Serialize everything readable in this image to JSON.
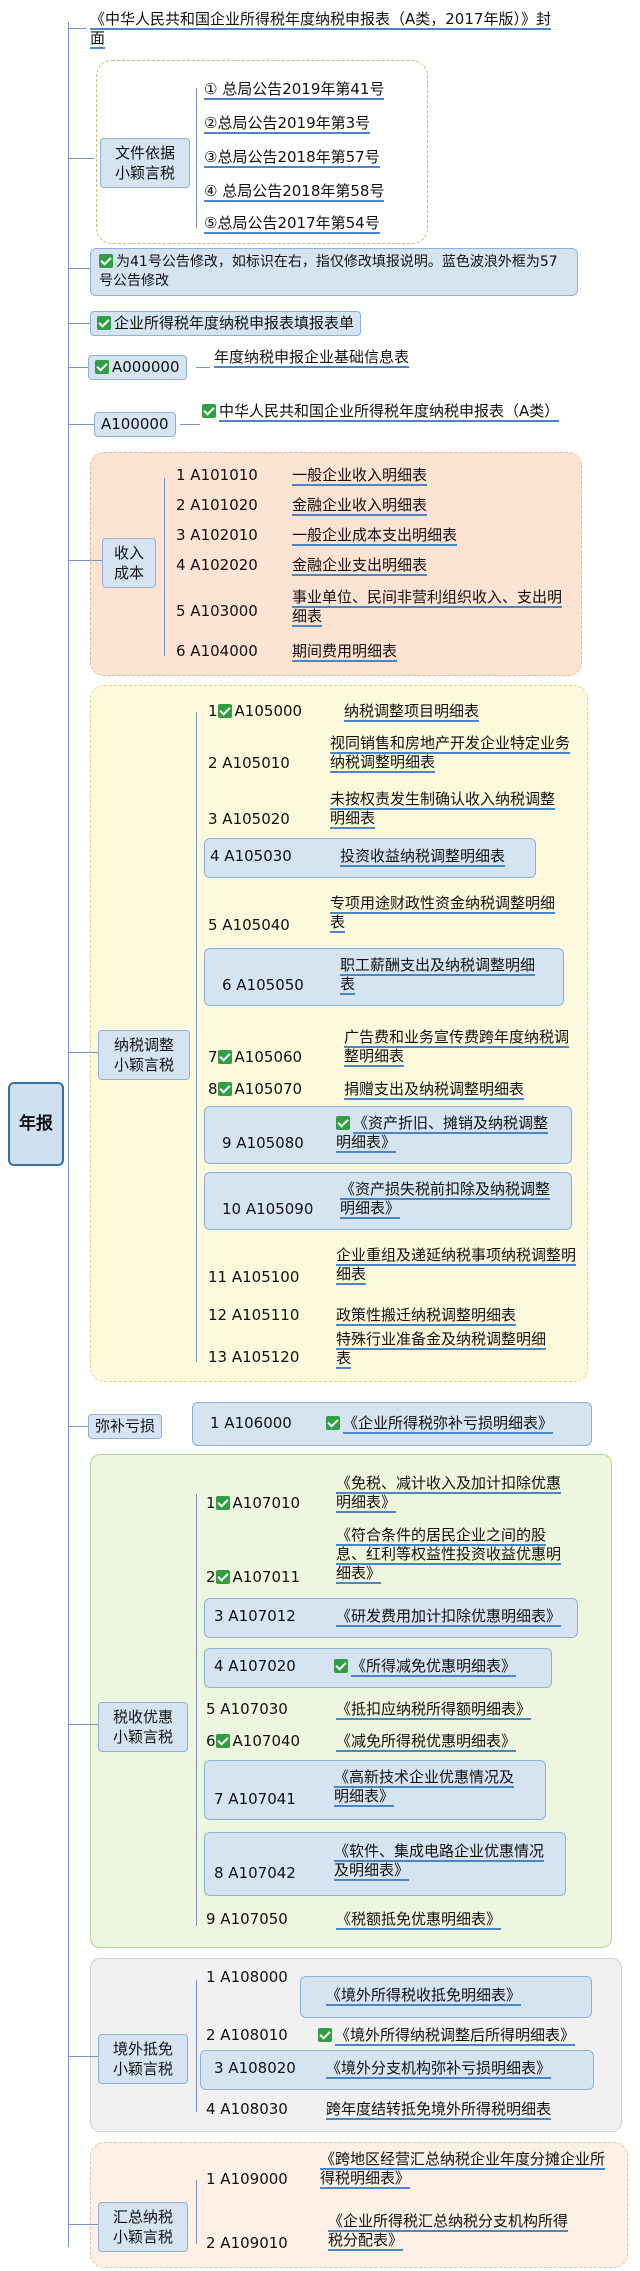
{
  "root": "年报",
  "cover": "《中华人民共和国企业所得税年度纳税申报表（A类，2017年版）》封面",
  "basis": {
    "label": "文件依据\n小颖言税",
    "items": [
      "① 总局公告2019年第41号",
      "②总局公告2019年第3号",
      "③总局公告2018年第57号",
      "④ 总局公告2018年第58号",
      "⑤总局公告2017年第54号"
    ]
  },
  "note": "为41号公告修改，如标识在右，指仅修改填报说明。蓝色波浪外框为57号公告修改",
  "fill_list": "企业所得税年度纳税申报表填报表单",
  "a000000": {
    "code": "A000000",
    "name": "年度纳税申报企业基础信息表"
  },
  "a100000": {
    "code": "A100000",
    "name": "中华人民共和国企业所得税年度纳税申报表（A类）"
  },
  "income": {
    "label": "收入\n成本",
    "items": [
      {
        "code": "1 A101010",
        "name": "一般企业收入明细表"
      },
      {
        "code": "2 A101020",
        "name": "金融企业收入明细表"
      },
      {
        "code": "3 A102010",
        "name": "一般企业成本支出明细表"
      },
      {
        "code": "4 A102020",
        "name": "金融企业支出明细表"
      },
      {
        "code": "5 A103000",
        "name": "事业单位、民间非营利组织收入、支出明细表"
      },
      {
        "code": "6 A104000",
        "name": "期间费用明细表"
      }
    ]
  },
  "adjust": {
    "label": "纳税调整\n小颖言税",
    "items": [
      {
        "code": "A105000",
        "num": "1",
        "name": "纳税调整项目明细表"
      },
      {
        "code": "2 A105010",
        "name": "视同销售和房地产开发企业特定业务纳税调整明细表"
      },
      {
        "code": "3 A105020",
        "name": "未按权责发生制确认收入纳税调整明细表"
      },
      {
        "code": "4 A105030",
        "name": "投资收益纳税调整明细表"
      },
      {
        "code": "5 A105040",
        "name": "专项用途财政性资金纳税调整明细表"
      },
      {
        "code": "6 A105050",
        "name": "职工薪酬支出及纳税调整明细表"
      },
      {
        "code": "A105060",
        "num": "7",
        "name": "广告费和业务宣传费跨年度纳税调整明细表"
      },
      {
        "code": "A105070",
        "num": "8",
        "name": "捐赠支出及纳税调整明细表"
      },
      {
        "code": "9 A105080",
        "name": "《资产折旧、摊销及纳税调整明细表》"
      },
      {
        "code": "10 A105090",
        "name": "《资产损失税前扣除及纳税调整明细表》"
      },
      {
        "code": "11 A105100",
        "name": "企业重组及递延纳税事项纳税调整明细表"
      },
      {
        "code": "12 A105110",
        "name": "政策性搬迁纳税调整明细表"
      },
      {
        "code": "13 A105120",
        "name": "特殊行业准备金及纳税调整明细表"
      }
    ]
  },
  "loss": {
    "label": "弥补亏损",
    "code": "1 A106000",
    "name": "《企业所得税弥补亏损明细表》"
  },
  "preferential": {
    "label": "税收优惠\n小颖言税",
    "items": [
      {
        "num": "1",
        "code": "A107010",
        "name": "《免税、减计收入及加计扣除优惠明细表》"
      },
      {
        "num": "2",
        "code": "A107011",
        "name": "《符合条件的居民企业之间的股息、红利等权益性投资收益优惠明细表》"
      },
      {
        "code": "3 A107012",
        "name": "《研发费用加计扣除优惠明细表》"
      },
      {
        "code": "4 A107020",
        "name": "《所得减免优惠明细表》"
      },
      {
        "code": "5 A107030",
        "name": "《抵扣应纳税所得额明细表》"
      },
      {
        "num": "6",
        "code": "A107040",
        "name": "《减免所得税优惠明细表》"
      },
      {
        "code": "7 A107041",
        "name": "《高新技术企业优惠情况及明细表》"
      },
      {
        "code": "8 A107042",
        "name": "《软件、集成电路企业优惠情况及明细表》"
      },
      {
        "code": "9 A107050",
        "name": "《税额抵免优惠明细表》"
      }
    ]
  },
  "foreign": {
    "label": "境外抵免\n小颖言税",
    "items": [
      {
        "code": "1 A108000",
        "name": "《境外所得税收抵免明细表》"
      },
      {
        "code": "2 A108010",
        "name": "《境外所得纳税调整后所得明细表》"
      },
      {
        "code": "3 A108020",
        "name": "《境外分支机构弥补亏损明细表》"
      },
      {
        "code": "4 A108030",
        "name": "跨年度结转抵免境外所得税明细表"
      }
    ]
  },
  "consolidated": {
    "label": "汇总纳税\n小颖言税",
    "items": [
      {
        "code": "1 A109000",
        "name": "《跨地区经营汇总纳税企业年度分摊企业所得税明细表》"
      },
      {
        "code": "2 A109010",
        "name": "《企业所得税汇总纳税分支机构所得税分配表》"
      }
    ]
  },
  "colors": {
    "accent": "#4a86c8",
    "check": "#2f9e44",
    "root_border": "#3a6fa8"
  }
}
